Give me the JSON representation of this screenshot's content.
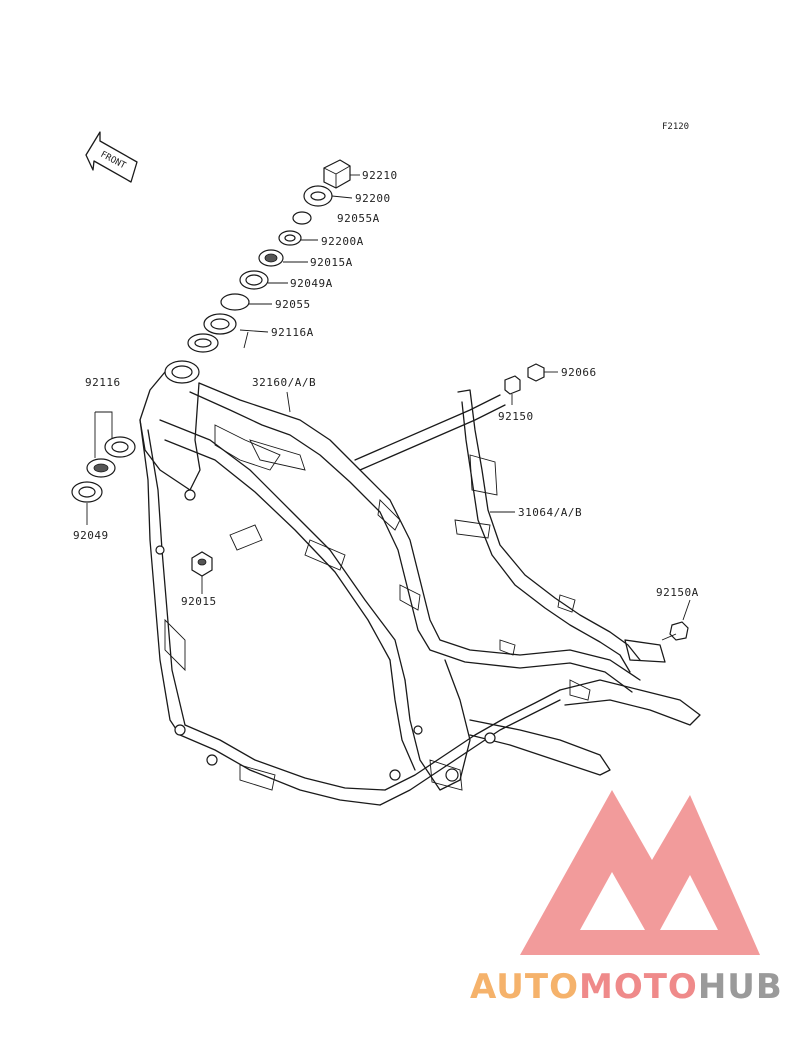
{
  "diagram": {
    "code": "F2120",
    "front_label": "FRONT",
    "parts": [
      {
        "id": "p-92210",
        "label": "92210"
      },
      {
        "id": "p-92200",
        "label": "92200"
      },
      {
        "id": "p-92055a",
        "label": "92055A"
      },
      {
        "id": "p-92200a",
        "label": "92200A"
      },
      {
        "id": "p-92015a",
        "label": "92015A"
      },
      {
        "id": "p-92049a",
        "label": "92049A"
      },
      {
        "id": "p-92055",
        "label": "92055"
      },
      {
        "id": "p-92116a",
        "label": "92116A"
      },
      {
        "id": "p-92116",
        "label": "92116"
      },
      {
        "id": "p-32160",
        "label": "32160/A/B"
      },
      {
        "id": "p-92066",
        "label": "92066"
      },
      {
        "id": "p-92150",
        "label": "92150"
      },
      {
        "id": "p-31064",
        "label": "31064/A/B"
      },
      {
        "id": "p-92150a",
        "label": "92150A"
      },
      {
        "id": "p-92049",
        "label": "92049"
      },
      {
        "id": "p-92015",
        "label": "92015"
      }
    ]
  },
  "watermark": {
    "brand_part1": "AUTO",
    "brand_part2": "MOTO",
    "brand_part3": "HUB",
    "color_part1": "#f5b26b",
    "color_part2": "#ef8a8a",
    "color_part3": "#9a9a9a",
    "logo_color": "#f08a8a"
  }
}
